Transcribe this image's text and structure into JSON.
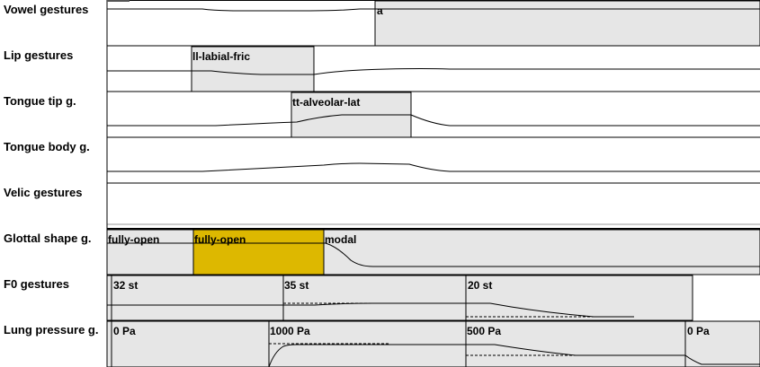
{
  "tiers": [
    {
      "label": "Vowel gestures",
      "gestures": [
        "a"
      ]
    },
    {
      "label": "Lip gestures",
      "gestures": [
        "ll-labial-fric"
      ]
    },
    {
      "label": "Tongue tip g.",
      "gestures": [
        "tt-alveolar-lat"
      ]
    },
    {
      "label": "Tongue body g.",
      "gestures": []
    },
    {
      "label": "Velic gestures",
      "gestures": []
    },
    {
      "label": "Glottal shape g.",
      "gestures": [
        "fully-open",
        "fully-open",
        "modal"
      ]
    },
    {
      "label": "F0 gestures",
      "gestures": [
        "32 st",
        "35 st",
        "20 st"
      ]
    },
    {
      "label": "Lung pressure g.",
      "gestures": [
        "0 Pa",
        "1000 Pa",
        "500 Pa",
        "0 Pa"
      ]
    }
  ],
  "colors": {
    "gesture": "#e6e6e6",
    "selected": "#ddb800"
  }
}
